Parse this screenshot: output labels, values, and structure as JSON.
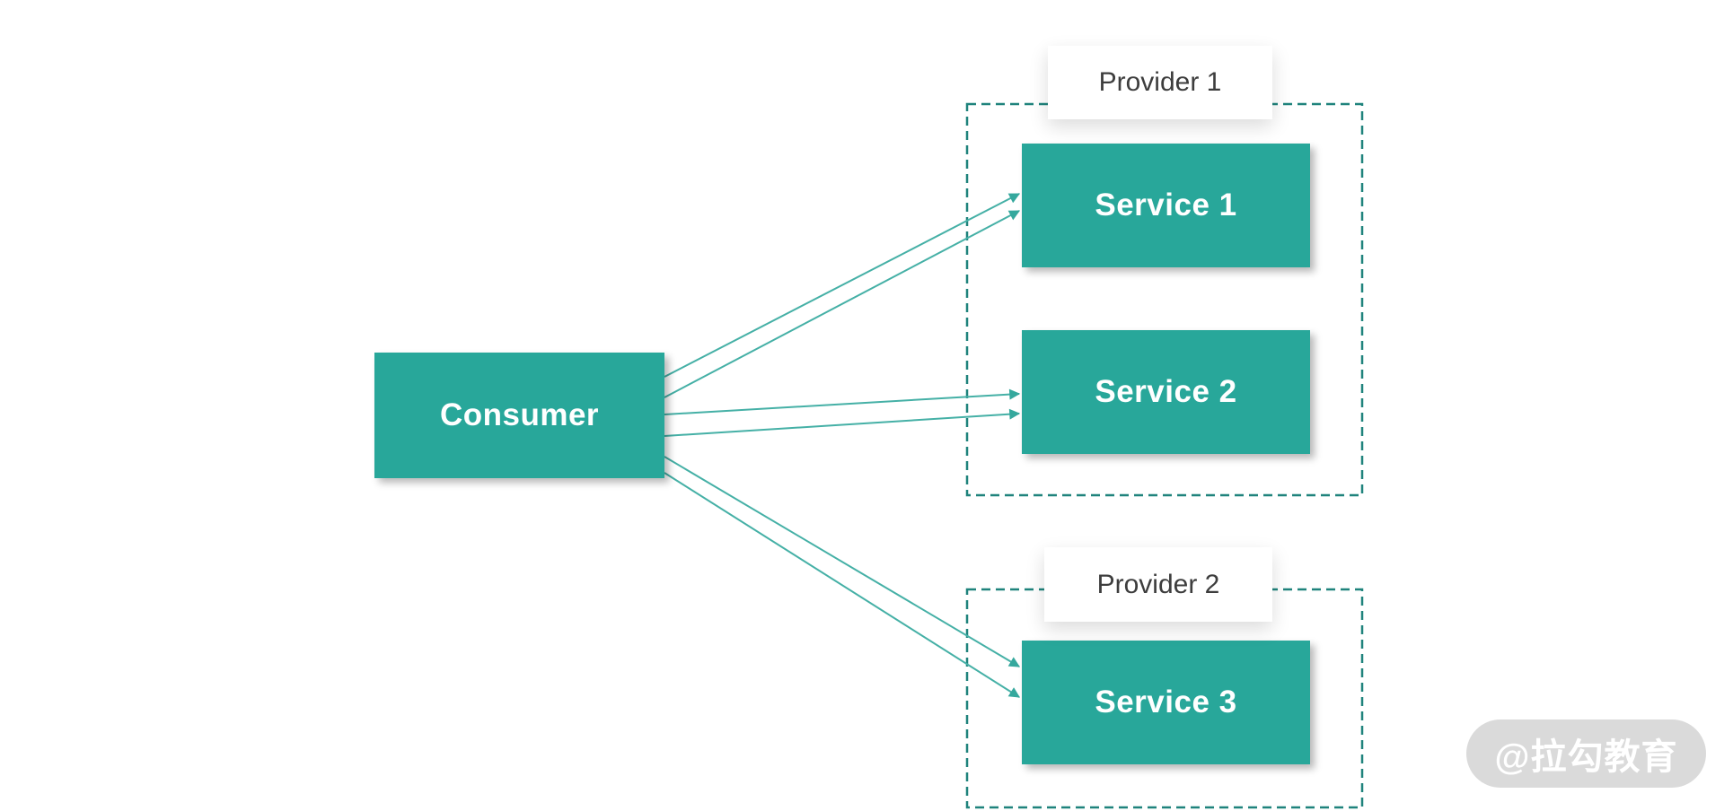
{
  "consumer": {
    "label": "Consumer"
  },
  "providers": [
    {
      "label": "Provider 1",
      "services": [
        {
          "label": "Service 1"
        },
        {
          "label": "Service 2"
        }
      ]
    },
    {
      "label": "Provider 2",
      "services": [
        {
          "label": "Service 3"
        }
      ]
    }
  ],
  "connections": [
    {
      "from": "Consumer",
      "to": "Service 1",
      "lines": 2
    },
    {
      "from": "Consumer",
      "to": "Service 2",
      "lines": 2
    },
    {
      "from": "Consumer",
      "to": "Service 3",
      "lines": 2
    }
  ],
  "watermark": {
    "text": "@拉勾教育"
  },
  "colors": {
    "node_fill": "#28a79a",
    "connector_line": "#45b0a6",
    "dashed_border": "#1f837c",
    "provider_text": "#3d3d3d",
    "node_text": "#ffffff",
    "watermark_bg": "#dadada",
    "watermark_text": "#ffffff"
  }
}
